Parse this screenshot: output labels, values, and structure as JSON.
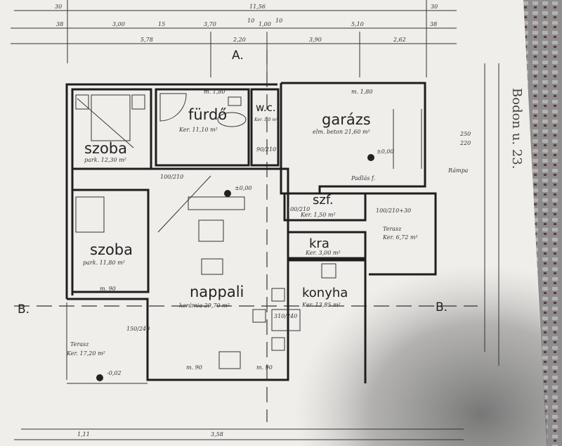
{
  "rooms": {
    "szoba1": {
      "name": "szoba",
      "area": "park. 12,30 m²"
    },
    "furdo": {
      "name": "fürdő",
      "area": "Ker. 11,10 m²"
    },
    "wc": {
      "name": "w.c.",
      "area": "Ker. 1,0 m²"
    },
    "garazs": {
      "name": "garázs",
      "area": "elm. beton 21,60 m²"
    },
    "szoba2": {
      "name": "szoba",
      "area": "park. 11,80 m²"
    },
    "nappali": {
      "name": "nappali",
      "area": "kerámia 29,70 m²"
    },
    "szf": {
      "name": "szf.",
      "area": "Ker. 1,50 m²"
    },
    "kra": {
      "name": "kra",
      "area": "Ker. 3,00 m²"
    },
    "konyha": {
      "name": "konyha",
      "area": "Ker. 13,85 m²"
    },
    "terasz_right": {
      "name": "Terasz",
      "area": "Ker. 6,72 m²"
    },
    "terasz_left": {
      "name": "Terasz",
      "area": "Ker. 17,20 m²"
    }
  },
  "dimensions": {
    "overall": "11,56",
    "left_over": "30",
    "right_over": "30",
    "row2": [
      "38",
      "3,00",
      "15",
      "3,70",
      "10",
      "1,00",
      "10",
      "5,10",
      "38"
    ],
    "row3": [
      "5,78",
      "2,20",
      "3,90",
      "2,62"
    ],
    "windows": [
      "m. 1,80",
      "m. 1,80",
      "m. 90",
      "m. 90",
      "m. 90"
    ],
    "doors": [
      "100/210",
      "100/210",
      "100/210+30",
      "150/240",
      "310/240",
      "90/210"
    ],
    "levels": [
      "±0,00",
      "±0,00",
      "-0,02"
    ],
    "garage_notes": [
      "250",
      "220",
      "Rámpa",
      "Padlás f."
    ],
    "bottom": [
      "1,11",
      "3,58"
    ]
  },
  "sections": {
    "a": "A.",
    "b_left": "B.",
    "b_right": "B."
  },
  "handwritten_address": "Bodon u. 23."
}
